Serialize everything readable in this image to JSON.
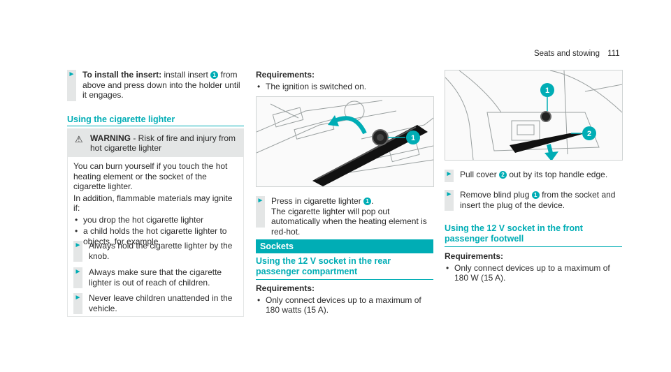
{
  "header": {
    "section": "Seats and stowing",
    "page": "111"
  },
  "col1": {
    "step1": {
      "label": "To install the insert:",
      "text_a": "install insert",
      "num": "1",
      "text_b": "from above and press down into the holder until it engages."
    },
    "section_title": "Using the cigarette lighter",
    "warning": {
      "heading_bold": "WARNING",
      "heading_rest": "- Risk of fire and injury from hot cigarette lighter",
      "p1": "You can burn yourself if you touch the hot heating element or the socket of the cigarette lighter.",
      "p2": "In addition, flammable materials may ignite if:",
      "bullets": [
        "you drop the hot cigarette lighter",
        "a child holds the hot cigarette lighter to objects, for example"
      ],
      "steps": [
        "Always hold the cigarette lighter by the knob.",
        "Always make sure that the cigarette lighter is out of reach of children.",
        "Never leave children unattended in the vehicle."
      ]
    }
  },
  "col2": {
    "req_title": "Requirements:",
    "req_item": "The ignition is switched on.",
    "step_a": "Press in cigarette lighter",
    "step_num": "1",
    "step_b": "The cigarette lighter will pop out automatically when the heating element is red-hot.",
    "band": "Sockets",
    "section_title": "Using the 12 V socket in the rear passenger compartment",
    "req2_title": "Requirements:",
    "req2_item": "Only connect devices up to a maximum of 180 watts (15 A)."
  },
  "col3": {
    "step1_a": "Pull cover",
    "step1_num": "2",
    "step1_b": "out by its top handle edge.",
    "step2_a": "Remove blind plug",
    "step2_num": "1",
    "step2_b": "from the socket and insert the plug of the device.",
    "section_title": "Using the 12 V socket in the front passenger footwell",
    "req_title": "Requirements:",
    "req_item": "Only connect devices up to a maximum of 180 W (15 A)."
  },
  "figures": {
    "callout_1": "1",
    "callout_2": "2"
  },
  "colors": {
    "accent": "#00adb5",
    "grey_band": "#e4e6e6"
  }
}
